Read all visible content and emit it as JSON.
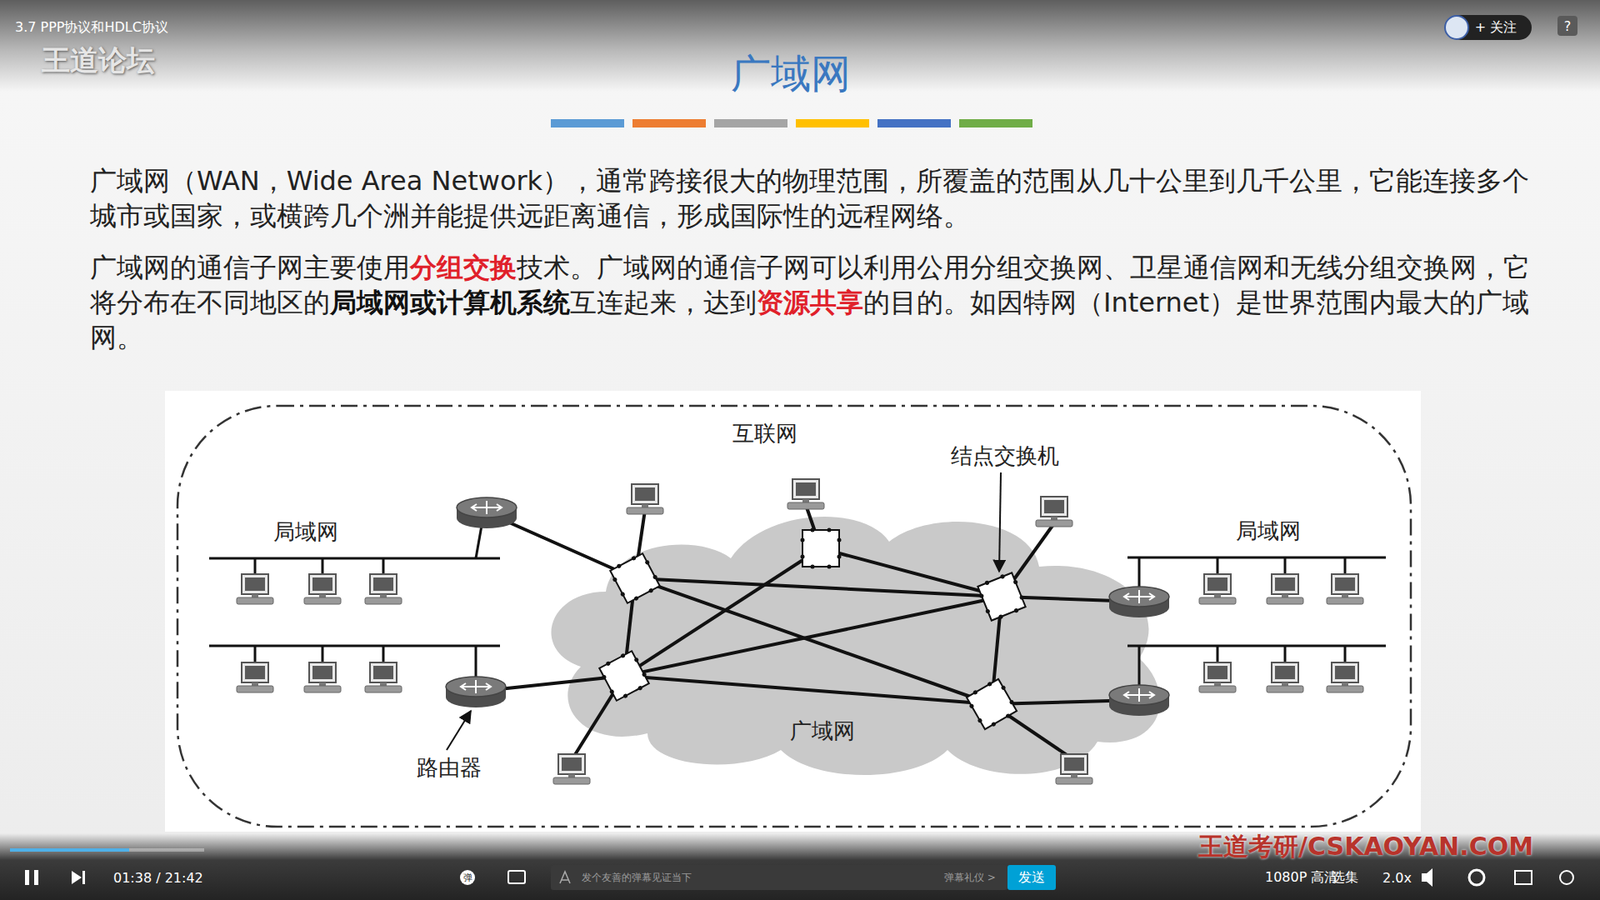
{
  "diagram": {
    "title": "广域网",
    "nodes": [
      {
        "text": [
          "互联网"
        ]
      },
      {
        "text": [
          "广域网"
        ],
        "in": 0
      }
    ],
    "labels": [
      "3.7 PPP协议和HDLC协议",
      "王道论坛",
      "+ 关注",
      "?",
      "广域网（WAN，Wide Area Network），通常跨接很大的物理范围，所覆盖的范围从几十公里到几千公里，它能连接多个城市或国家，或横跨几个洲并能提供远距离通信，形成国际性的远程网络。",
      "广域网的通信子网主要使用",
      "分组交换",
      "技术。广域网的通信子网可以利用公用分组交换网、卫星通信网和无线分组交换网，它将分布在不同地区的",
      "局域网或计算机系统",
      "互连起来，达到",
      "资源共享",
      "的目的。如因特网（Internet）是世界范围内最大的广域网。",
      "局域网",
      "结点交换机",
      "局域网",
      "路由器",
      "01:38 / 21:42",
      "发个友善的弹幕见证当下",
      "弹幕礼仪 >",
      "发送",
      "1080P 高清",
      "选集",
      "2.0x",
      "王道考研/CSKAOYAN.COM",
      "弹"
    ]
  }
}
